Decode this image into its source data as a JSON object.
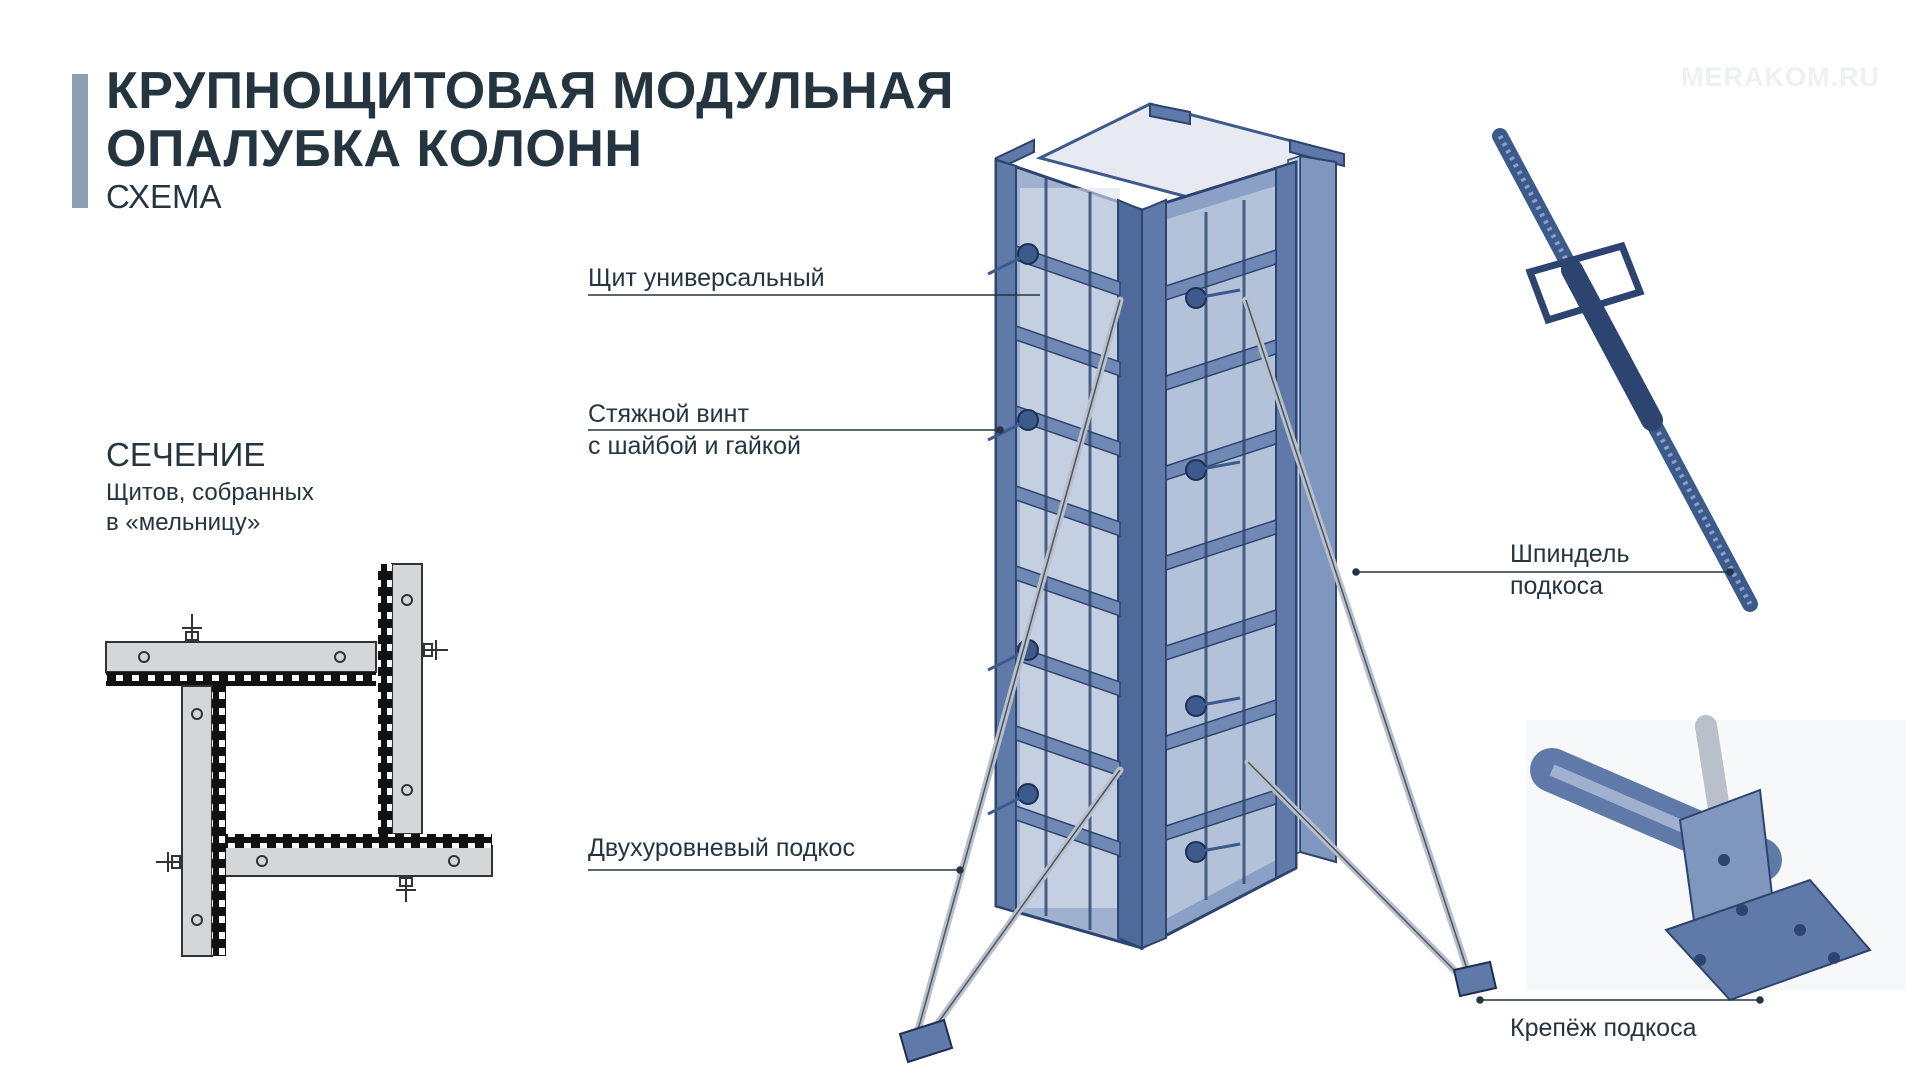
{
  "header": {
    "title_line1": "КРУПНОЩИТОВАЯ МОДУЛЬНАЯ",
    "title_line2": "ОПАЛУБКА КОЛОНН",
    "subtitle": "СХЕМА",
    "watermark": "MERAKOM.RU"
  },
  "section": {
    "title": "СЕЧЕНИЕ",
    "description": "Щитов, собранных\nв «мельницу»"
  },
  "callouts": {
    "panel": "Щит универсальный",
    "tie_screw": "Стяжной винт\nс шайбой и гайкой",
    "spindle": "Шпиндель\nподкоса",
    "two_level_brace": "Двухуровневый подкос",
    "brace_mount": "Крепёж подкоса"
  },
  "colors": {
    "accent": "#8ea0b5",
    "steel_blue": "#5f7aa8",
    "steel_dark": "#3d5a8c",
    "text": "#243540"
  },
  "icons": [
    "formwork-column-drawing",
    "cross-section-drawing",
    "spindle-drawing",
    "brace-mount-drawing"
  ]
}
